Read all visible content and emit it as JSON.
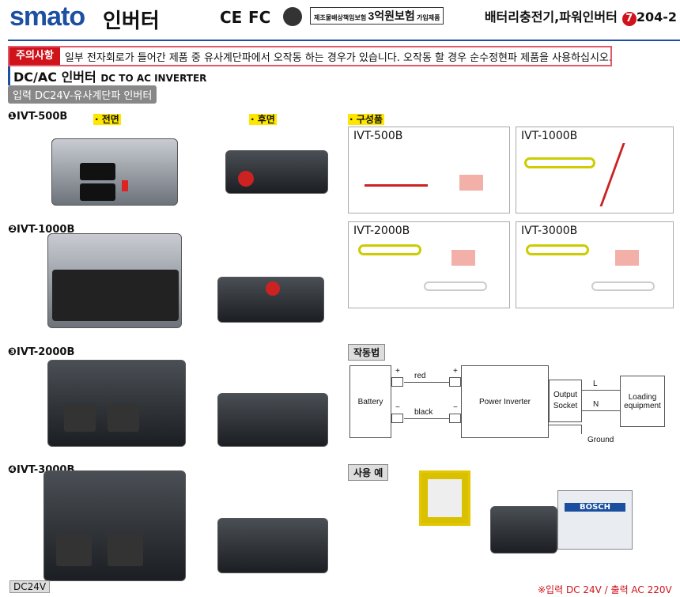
{
  "header": {
    "brand": "smato",
    "title": "인버터",
    "certs": [
      "CE",
      "FC"
    ],
    "insurance_small": "제조물배상책임보험",
    "insurance_big": "3억원보험",
    "insurance_suffix": "가입제품",
    "category": "배터리충전기,파워인버터",
    "page_num": "7",
    "page_code": "204-2"
  },
  "warning": {
    "tag": "주의사항",
    "text": "일부 전자회로가 들어간 제품 중 유사계단파에서 오작동 하는 경우가 있습니다. 오작동 할 경우 순수정현파 제품을 사용하십시오."
  },
  "section": {
    "title": "DC/AC 인버터",
    "subtitle": "DC TO AC INVERTER",
    "tag": "입력 DC24V-유사계단파 인버터"
  },
  "columns": {
    "front": "· 전면",
    "rear": "· 후면",
    "components": "· 구성품"
  },
  "models": [
    {
      "num": "❶",
      "name": "IVT-500B"
    },
    {
      "num": "❷",
      "name": "IVT-1000B"
    },
    {
      "num": "❸",
      "name": "IVT-2000B"
    },
    {
      "num": "❹",
      "name": "IVT-3000B"
    }
  ],
  "component_panels": [
    "IVT-500B",
    "IVT-1000B",
    "IVT-2000B",
    "IVT-3000B"
  ],
  "diagram": {
    "title": "작동법",
    "battery": "Battery",
    "plus": "+",
    "minus": "−",
    "red": "red",
    "black": "black",
    "inverter": "Power Inverter",
    "output": "Output",
    "socket": "Socket",
    "L": "L",
    "N": "N",
    "load": "Loading equipment",
    "ground": "Ground"
  },
  "usage": {
    "title": "사용 예",
    "battery_brand": "BOSCH"
  },
  "footer": {
    "tag": "DC24V",
    "note": "※입력 DC 24V / 출력 AC 220V"
  }
}
